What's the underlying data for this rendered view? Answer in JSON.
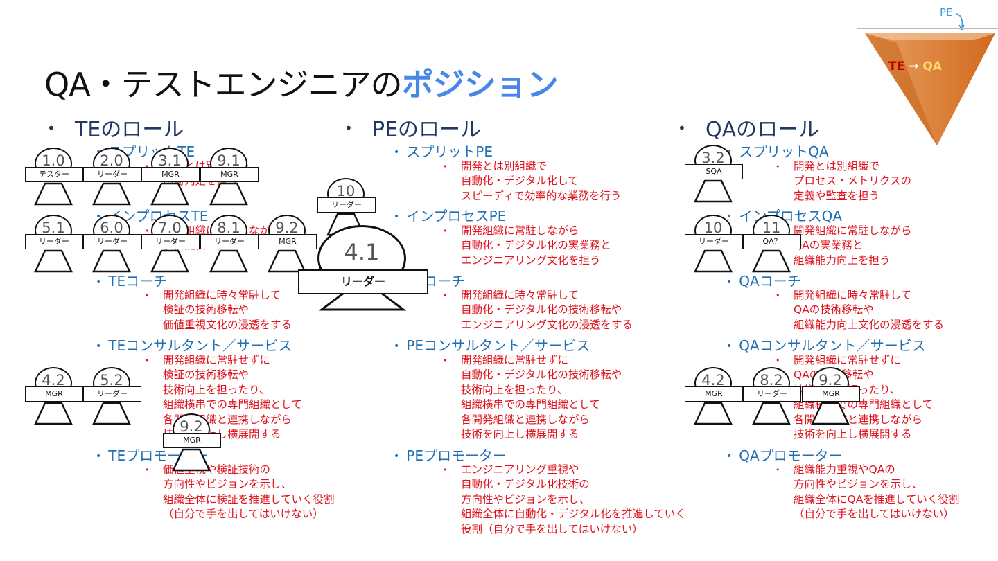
{
  "title": {
    "prefix": "QA・テストエンジニアの",
    "highlight": "ポジション"
  },
  "corner": {
    "pe_label": "PE",
    "funnel_te": "TE",
    "funnel_arrow": "→",
    "funnel_qa": "QA",
    "colors": {
      "funnel": "#d2691e",
      "te": "#c00000",
      "qa": "#ffd966",
      "pe": "#3a9ad9"
    }
  },
  "bullet": "•",
  "columns": [
    {
      "heading": "TEのロール",
      "items": [
        {
          "label": "スプリットTE",
          "lines": [
            "開発とは別組織で",
            "出荷判定を担う"
          ]
        },
        {
          "label": "インプロセスTE",
          "lines": [
            "開発組織に常駐しながら",
            "価値提供を担う"
          ]
        },
        {
          "label": "TEコーチ",
          "lines": [
            "開発組織に時々常駐して",
            "検証の技術移転や",
            "価値重視文化の浸透をする"
          ]
        },
        {
          "label": "TEコンサルタント／サービス",
          "lines": [
            "開発組織に常駐せずに",
            "検証の技術移転や",
            "技術向上を担ったり、",
            "組織横串での専門組織として",
            "各開発組織と連携しながら",
            "技術を向上し横展開する"
          ]
        },
        {
          "label": "TEプロモーター",
          "lines": [
            "価値重視や検証技術の",
            "方向性やビジョンを示し、",
            "組織全体に検証を推進していく役割",
            "（自分で手を出してはいけない）"
          ]
        }
      ]
    },
    {
      "heading": "PEのロール",
      "items": [
        {
          "label": "スプリットPE",
          "lines": [
            "開発とは別組織で",
            "自動化・デジタル化して",
            "スピーディで効率的な業務を行う"
          ]
        },
        {
          "label": "インプロセスPE",
          "lines": [
            "開発組織に常駐しながら",
            "自動化・デジタル化の実業務と",
            "エンジニアリング文化を担う"
          ]
        },
        {
          "label": "PEコーチ",
          "lines": [
            "開発組織に時々常駐して",
            "自動化・デジタル化の技術移転や",
            "エンジニアリング文化の浸透をする"
          ]
        },
        {
          "label": "PEコンサルタント／サービス",
          "lines": [
            "開発組織に常駐せずに",
            "自動化・デジタル化の技術移転や",
            "技術向上を担ったり、",
            "組織横串での専門組織として",
            "各開発組織と連携しながら",
            "技術を向上し横展開する"
          ]
        },
        {
          "label": "PEプロモーター",
          "lines": [
            "エンジニアリング重視や",
            "自動化・デジタル化技術の",
            "方向性やビジョンを示し、",
            "組織全体に自動化・デジタル化を推進していく",
            "役割（自分で手を出してはいけない）"
          ]
        }
      ]
    },
    {
      "heading": "QAのロール",
      "items": [
        {
          "label": "スプリットQA",
          "lines": [
            "開発とは別組織で",
            "プロセス・メトリクスの",
            "定義や監査を担う"
          ]
        },
        {
          "label": "インプロセスQA",
          "lines": [
            "開発組織に常駐しながら",
            "QAの実業務と",
            "組織能力向上を担う"
          ]
        },
        {
          "label": "QAコーチ",
          "lines": [
            "開発組織に時々常駐して",
            "QAの技術移転や",
            "組織能力向上文化の浸透をする"
          ]
        },
        {
          "label": "QAコンサルタント／サービス",
          "lines": [
            "開発組織に常駐せずに",
            "QAの技術移転や",
            "技術向上を担ったり、",
            "組織横串での専門組織として",
            "各開発組織と連携しながら",
            "技術を向上し横展開する"
          ]
        },
        {
          "label": "QAプロモーター",
          "lines": [
            "組織能力重視やQAの",
            "方向性やビジョンを示し、",
            "組織全体にQAを推進していく役割",
            "（自分で手を出してはいけない）"
          ]
        }
      ]
    }
  ],
  "figures": [
    {
      "num": "1.0",
      "role": "テスター"
    },
    {
      "num": "2.0",
      "role": "リーダー"
    },
    {
      "num": "3.1",
      "role": "MGR"
    },
    {
      "num": "9.1",
      "role": "MGR"
    },
    {
      "num": "5.1",
      "role": "リーダー"
    },
    {
      "num": "6.0",
      "role": "リーダー"
    },
    {
      "num": "7.0",
      "role": "リーダー"
    },
    {
      "num": "8.1",
      "role": "リーダー"
    },
    {
      "num": "9.2",
      "role": "MGR"
    },
    {
      "num": "10",
      "role": "リーダー"
    },
    {
      "num": "4.2",
      "role": "MGR"
    },
    {
      "num": "5.2",
      "role": "リーダー"
    },
    {
      "num": "9.2",
      "role": "MGR"
    },
    {
      "num": "3.2",
      "role": "SQA"
    },
    {
      "num": "10",
      "role": "リーダー"
    },
    {
      "num": "11",
      "role": "QA？"
    },
    {
      "num": "4.2",
      "role": "MGR"
    },
    {
      "num": "8.2",
      "role": "リーダー"
    },
    {
      "num": "9.2",
      "role": "MGR"
    }
  ],
  "big_figure": {
    "num": "4.1",
    "role": "リーダー"
  }
}
